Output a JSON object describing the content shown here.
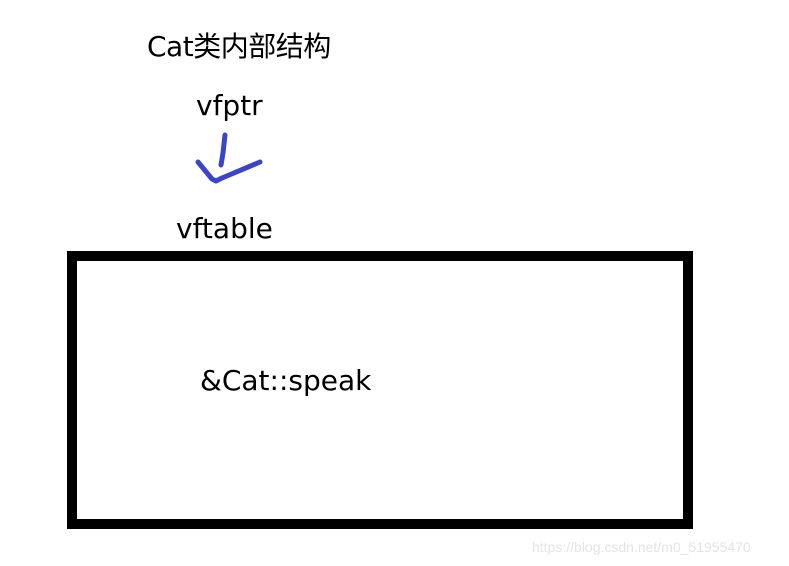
{
  "diagram": {
    "title": "Cat类内部结构",
    "pointer_label": "vfptr",
    "table_label": "vftable",
    "table_entries": [
      "&Cat::speak"
    ],
    "arrow_color": "#3b45c8",
    "border_color": "#000000"
  },
  "watermark": "https://blog.csdn.net/m0_51955470"
}
